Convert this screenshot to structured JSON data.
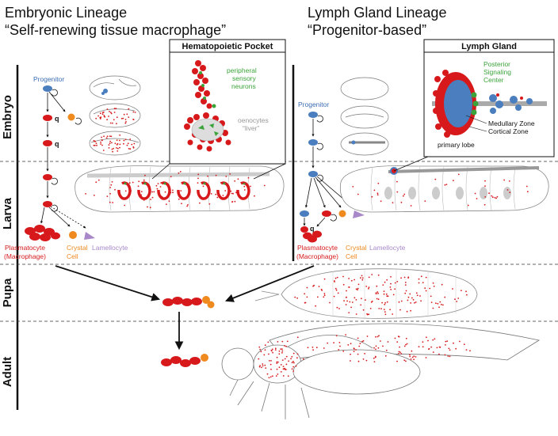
{
  "titles": {
    "left_line1": "Embryonic Lineage",
    "left_line2": "“Self-renewing tissue macrophage”",
    "right_line1": "Lymph Gland Lineage",
    "right_line2": "“Progenitor-based”"
  },
  "stages": [
    "Embryo",
    "Larva",
    "Pupa",
    "Adult"
  ],
  "left": {
    "progenitor": "Progenitor",
    "quiescent": "q",
    "cell_types": {
      "plasmatocyte_1": "Plasmatocyte",
      "plasmatocyte_2": "(Macrophage)",
      "crystal_1": "Crystal",
      "crystal_2": "Cell",
      "lamellocyte": "Lamellocyte"
    }
  },
  "right": {
    "progenitor": "Progenitor",
    "quiescent": "q",
    "cell_types": {
      "plasmatocyte_1": "Plasmatocyte",
      "plasmatocyte_2": "(Macrophage)",
      "crystal_1": "Crystal",
      "crystal_2": "Cell",
      "lamellocyte": "Lamellocyte"
    }
  },
  "hematopoietic_pocket": {
    "title": "Hematopoietic Pocket",
    "sensory_1": "peripheral",
    "sensory_2": "sensory",
    "sensory_3": "neurons",
    "oenocytes": "oenocytes",
    "liver": "“liver”"
  },
  "lymph_gland_box": {
    "title": "Lymph Gland",
    "psc_1": "Posterior",
    "psc_2": "Signaling",
    "psc_3": "Center",
    "medullary": "Medullary Zone",
    "cortical": "Cortical Zone",
    "primary_lobe": "primary lobe"
  },
  "colors": {
    "plasmatocyte": "#d7191c",
    "progenitor": "#4a7ebf",
    "crystal": "#ef8a1f",
    "lamellocyte": "#a888c8",
    "psc": "#3aa33a"
  }
}
